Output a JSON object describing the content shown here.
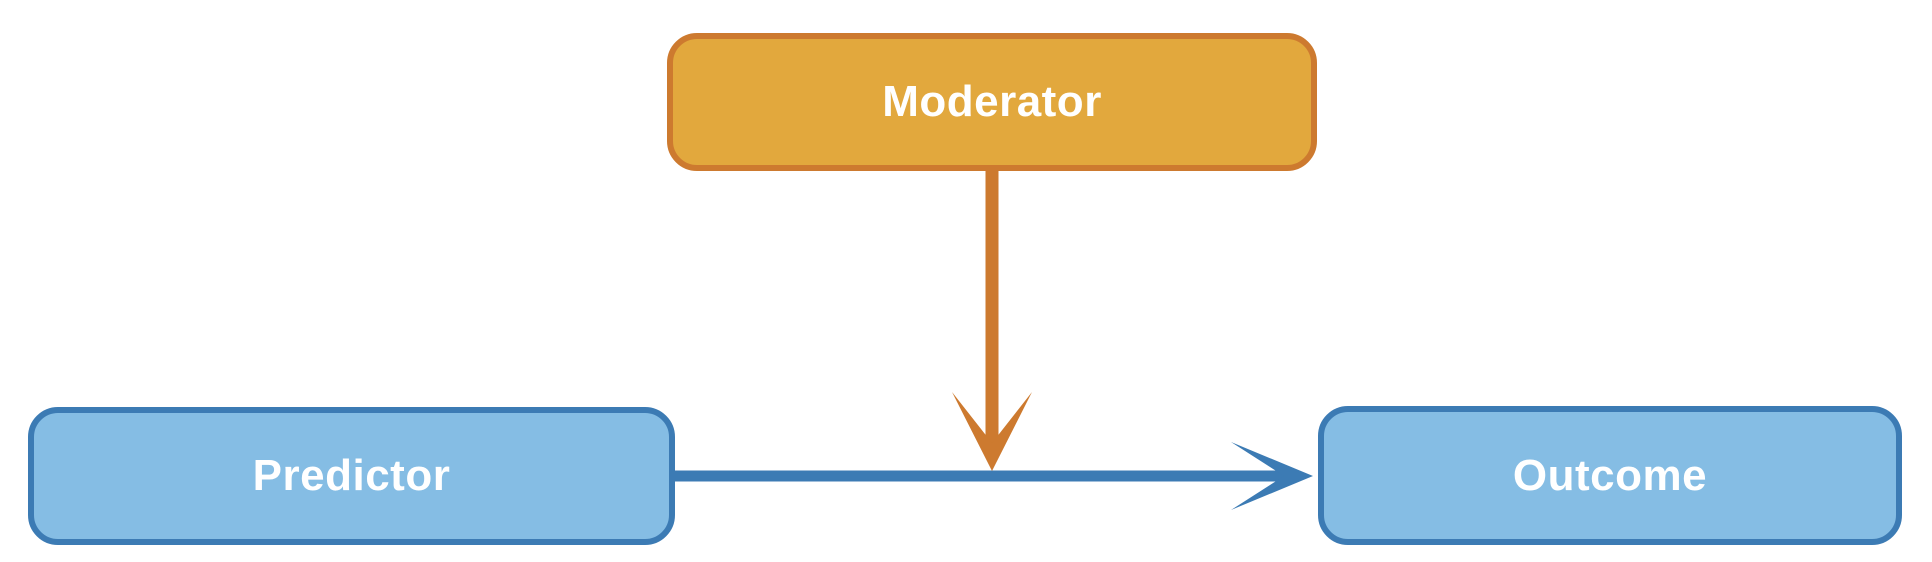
{
  "nodes": {
    "moderator": {
      "label": "Moderator",
      "fill": "#E2A83D",
      "border": "#CD7A2F"
    },
    "predictor": {
      "label": "Predictor",
      "fill": "#85BDE4",
      "border": "#3C7BB4"
    },
    "outcome": {
      "label": "Outcome",
      "fill": "#85BDE4",
      "border": "#3C7BB4"
    }
  },
  "edges": {
    "predictor_to_outcome": {
      "from": "Predictor",
      "to": "Outcome",
      "color": "#3C7BB4",
      "direction": "right"
    },
    "moderator_to_path": {
      "from": "Moderator",
      "to": "Predictor-Outcome arrow",
      "color": "#CD7A2F",
      "direction": "down"
    }
  },
  "colors": {
    "background": "#FFFFFF",
    "label_text": "#FFFFFF",
    "blue_edge": "#3C7BB4",
    "orange_edge": "#CD7A2F"
  }
}
